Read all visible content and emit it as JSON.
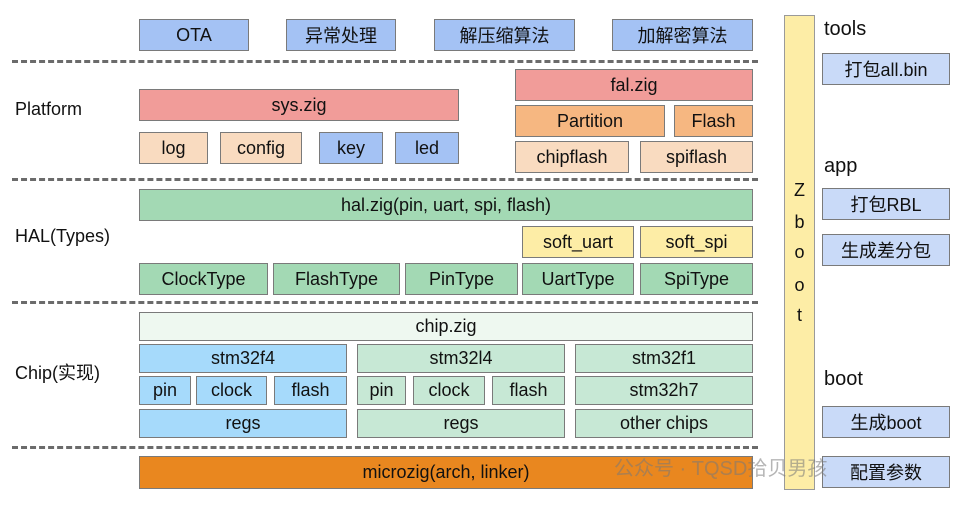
{
  "top_features": [
    "OTA",
    "异常处理",
    "解压缩算法",
    "加解密算法"
  ],
  "layers": {
    "platform": "Platform",
    "hal": "HAL(Types)",
    "chip": "Chip(实现)"
  },
  "platform": {
    "sys": "sys.zig",
    "sys_modules": [
      "log",
      "config",
      "key",
      "led"
    ],
    "fal": "fal.zig",
    "fal_mid": [
      "Partition",
      "Flash"
    ],
    "fal_low": [
      "chipflash",
      "spiflash"
    ]
  },
  "hal": {
    "main": "hal.zig(pin, uart, spi, flash)",
    "soft": [
      "soft_uart",
      "soft_spi"
    ],
    "types": [
      "ClockType",
      "FlashType",
      "PinType",
      "UartType",
      "SpiType"
    ]
  },
  "chip": {
    "main": "chip.zig",
    "families": [
      "stm32f4",
      "stm32l4",
      "stm32f1"
    ],
    "f4_periph": [
      "pin",
      "clock",
      "flash"
    ],
    "l4_periph": [
      "pin",
      "clock",
      "flash"
    ],
    "regs": [
      "regs",
      "regs"
    ],
    "others": [
      "stm32h7",
      "other chips"
    ]
  },
  "base": "microzig(arch, linker)",
  "zboot": {
    "letters": [
      "Z",
      "b",
      "o",
      "o",
      "t"
    ]
  },
  "right": {
    "tools": "tools",
    "tools_items": [
      "打包all.bin"
    ],
    "app": "app",
    "app_items": [
      "打包RBL",
      "生成差分包"
    ],
    "boot": "boot",
    "boot_items": [
      "生成boot",
      "配置参数"
    ]
  },
  "watermark": "公众号 · TQSD拾贝男孩",
  "colors": {
    "feature": "#a4c2f4",
    "sys": "#f19c99",
    "module": "#f9dbc0",
    "partition": "#f6b781",
    "hal": "#a3d9b4",
    "soft": "#fdeda6",
    "chip": "#eef8f0",
    "stm32f4": "#a6dafb",
    "other_chip": "#c7e8d5",
    "microzig": "#e9871f",
    "tool": "#c9daf8"
  }
}
